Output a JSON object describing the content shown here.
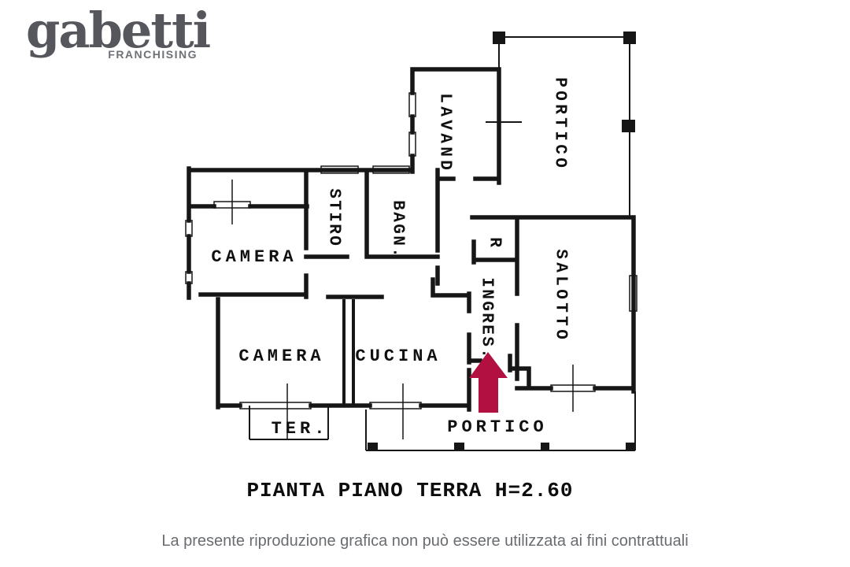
{
  "logo": {
    "brand": "gabetti",
    "sub": "FRANCHISING"
  },
  "plan": {
    "rooms": {
      "lavand": "LAVAND",
      "portico_top": "PORTICO",
      "stiro": "STIRO",
      "bagn": "BAGN.",
      "camera_1": "CAMERA",
      "salotto": "SALOTTO",
      "ripostiglio": "R",
      "ingresso": "INGRES.",
      "camera_2": "CAMERA",
      "cucina": "CUCINA",
      "terrazzo": "TER.",
      "portico_bottom": "PORTICO"
    },
    "caption": "PIANTA PIANO TERRA H=2.60"
  },
  "disclaimer": "La presente riproduzione grafica non può essere utilizzata ai fini contrattuali",
  "colors": {
    "arrow_red": "#b11041",
    "line_black": "#161616",
    "logo_gray": "#55575c",
    "disclaimer_gray": "#696c70"
  }
}
